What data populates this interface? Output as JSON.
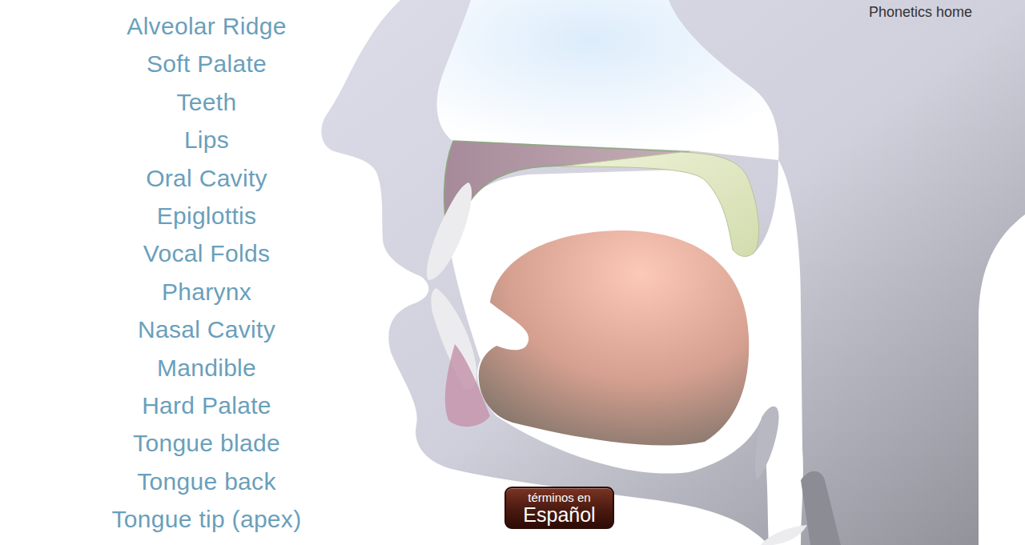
{
  "diagram": {
    "nodes": [
      {
        "text": [
          "términos en",
          "Español"
        ]
      }
    ],
    "labels": [
      "Alveolar Ridge",
      "Soft Palate",
      "Teeth",
      "Lips",
      "Oral Cavity",
      "Epiglottis",
      "Vocal Folds",
      "Pharynx",
      "Nasal Cavity",
      "Mandible",
      "Hard Palate",
      "Tongue blade",
      "Tongue back",
      "Tongue tip (apex)",
      "Phonetics home"
    ]
  }
}
